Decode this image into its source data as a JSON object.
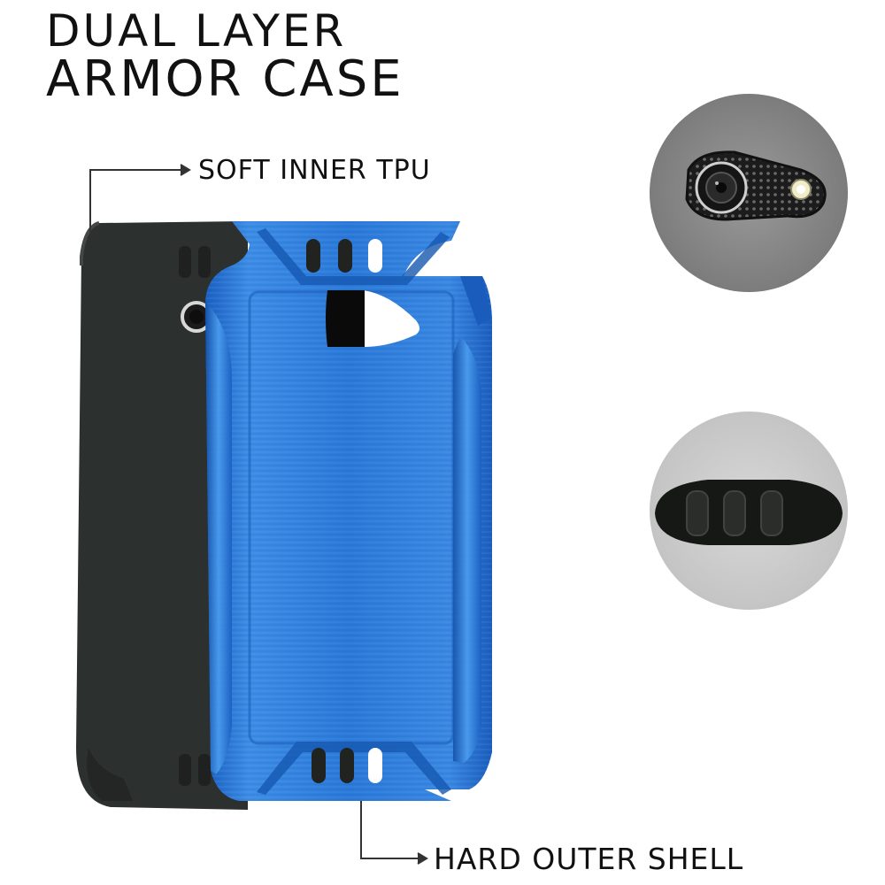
{
  "title": {
    "line1": "DUAL LAYER",
    "line2": "ARMOR CASE"
  },
  "callouts": {
    "inner": "SOFT INNER TPU",
    "outer": "HARD OUTER SHELL"
  },
  "colors": {
    "inner_layer": "#2c302e",
    "outer_shell": "#1e6fd0",
    "outer_shell_highlight": "#4f9bea",
    "detail_circle_bg": "#8a8a8a",
    "arrow": "#333333"
  },
  "detail_views": [
    {
      "name": "camera-cutout-closeup"
    },
    {
      "name": "button-cover-closeup"
    }
  ]
}
